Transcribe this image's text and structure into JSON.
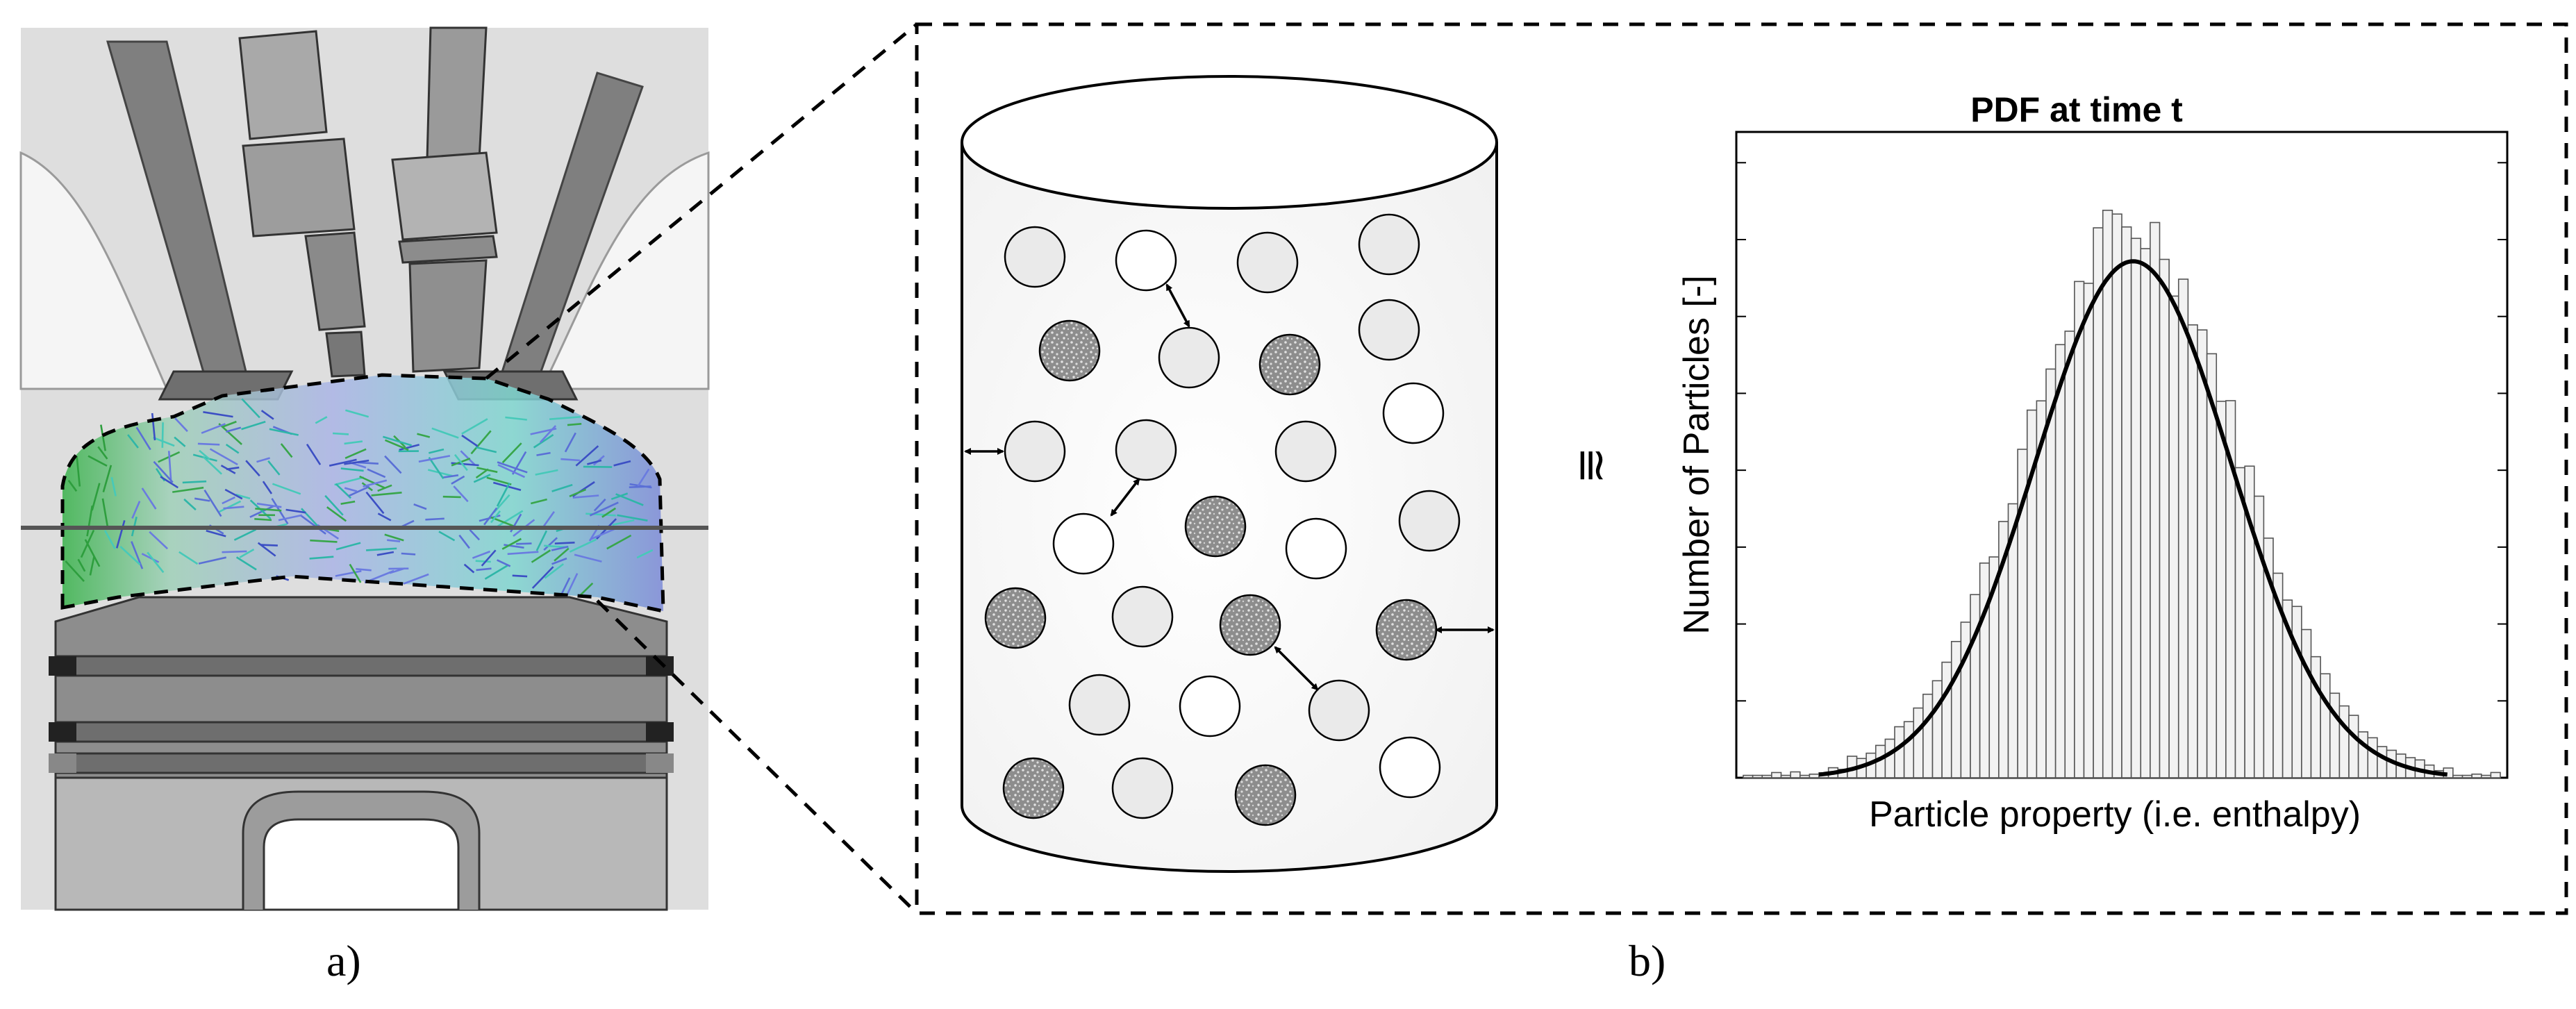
{
  "panel_a": {
    "label": "a)"
  },
  "panel_b": {
    "label": "b)",
    "approx_symbol": "≅"
  },
  "chart_data": {
    "type": "bar",
    "title": "PDF at time t",
    "xlabel": "Particle property (i.e. enthalpy)",
    "ylabel": "Number of Particles [-]",
    "grid": false,
    "legend": "none",
    "histogram": {
      "bins": 80,
      "mean": 0.515,
      "std": 0.14,
      "peak": 0.92,
      "noise_amplitude": 0.06
    },
    "fit_curve": {
      "kind": "gaussian",
      "mean": 0.515,
      "std": 0.13,
      "peak": 0.86
    },
    "xlim": [
      0,
      1
    ],
    "ylim": [
      0,
      1
    ]
  }
}
